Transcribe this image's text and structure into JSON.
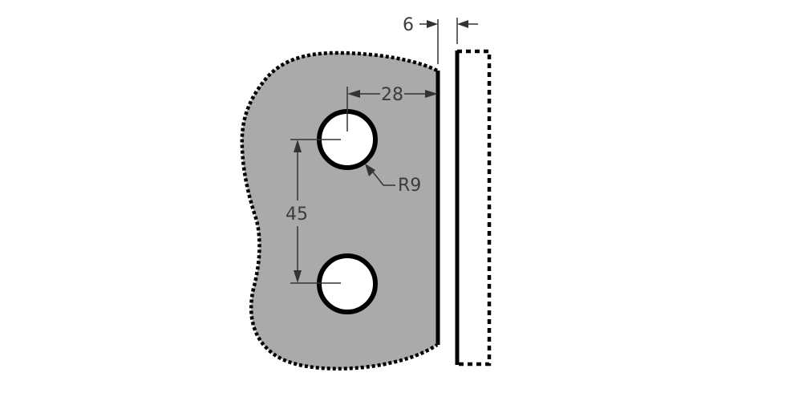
{
  "drawing": {
    "dimensions": {
      "gap": "6",
      "hole_offset": "28",
      "hole_radius": "R9",
      "hole_spacing": "45"
    },
    "colors": {
      "part_fill": "#aaaaaa",
      "outline": "#000000",
      "dimension": "#333333",
      "hole_fill": "#ffffff"
    }
  }
}
